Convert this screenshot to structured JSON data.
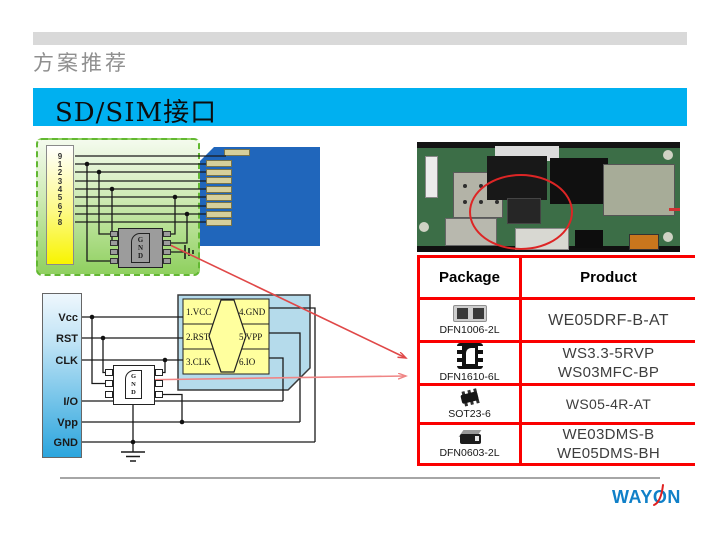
{
  "header": {
    "section_title": "方案推荐",
    "slide_title": "SD/SIM接口"
  },
  "sd_diagram": {
    "pin_numbers": [
      "9",
      "1",
      "2",
      "3",
      "4",
      "5",
      "6",
      "7",
      "8"
    ],
    "chip_label": "GND"
  },
  "sim_diagram": {
    "bus_labels": [
      "Vcc",
      "RST",
      "CLK",
      "I/O",
      "Vpp",
      "GND"
    ],
    "contacts_left": [
      "1.VCC",
      "2.RST",
      "3.CLK"
    ],
    "contacts_right": [
      "4.GND",
      "5.VPP",
      "6.IO"
    ],
    "chip_label": "GND"
  },
  "table": {
    "headers": {
      "package": "Package",
      "product": "Product"
    },
    "rows": [
      {
        "package": "DFN1006-2L",
        "product_line1": "WE05DRF-B-AT",
        "product_line2": ""
      },
      {
        "package": "DFN1610-6L",
        "product_line1": "WS3.3-5RVP",
        "product_line2": "WS03MFC-BP"
      },
      {
        "package": "SOT23-6",
        "product_line1": "WS05-4R-AT",
        "product_line2": ""
      },
      {
        "package": "DFN0603-2L",
        "product_line1": "WE03DMS-B",
        "product_line2": "WE05DMS-BH"
      }
    ]
  },
  "footer": {
    "logo_way": "WAY",
    "logo_o": "O",
    "logo_n": "N"
  },
  "colors": {
    "accent_cyan": "#00b0f0",
    "table_line": "#ff0000",
    "sd_card_blue": "#2066bb",
    "panel_green": "#8fd05f",
    "sim_card_blue": "#b5dbeb",
    "contact_yellow": "#ffff9e",
    "bus_strip_blue": "#2ba5dd",
    "logo_blue": "#1080c8",
    "arrow_red": "#e04848",
    "pcb_green": "#3c6e47"
  }
}
